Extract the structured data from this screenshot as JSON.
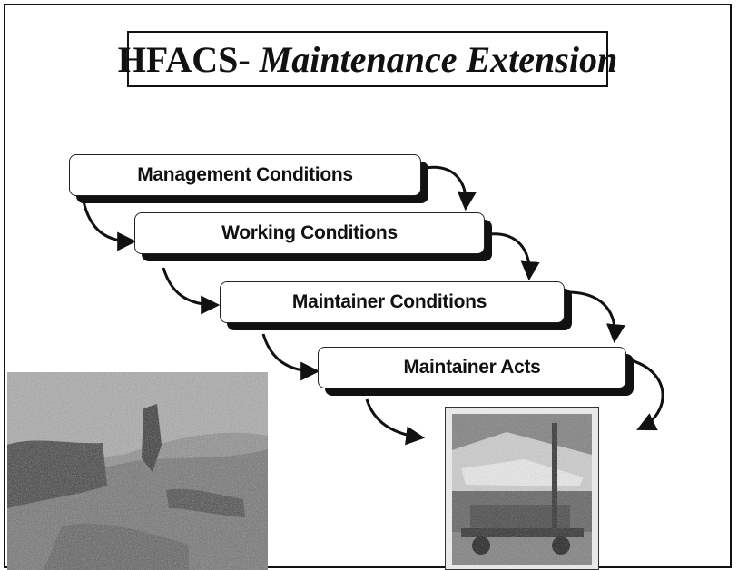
{
  "title": {
    "prefix": "HFACS-",
    "emphasis": "Maintenance Extension"
  },
  "levels": [
    {
      "label": "Management Conditions"
    },
    {
      "label": "Working Conditions"
    },
    {
      "label": "Maintainer Conditions"
    },
    {
      "label": "Maintainer Acts"
    }
  ],
  "images": [
    {
      "icon": "rocky-shoreline-photo"
    },
    {
      "icon": "vehicle-under-canopy-photo"
    }
  ]
}
